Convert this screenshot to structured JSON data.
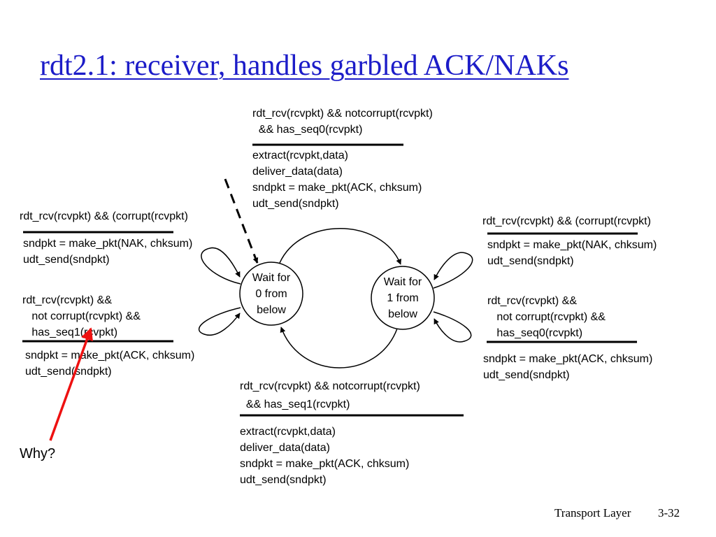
{
  "title": "rdt2.1: receiver, handles garbled ACK/NAKs",
  "states": {
    "s0": {
      "line1": "Wait for",
      "line2": "0 from",
      "line3": "below"
    },
    "s1": {
      "line1": "Wait for",
      "line2": "1 from",
      "line3": "below"
    }
  },
  "top": {
    "event": [
      "rdt_rcv(rcvpkt) && notcorrupt(rcvpkt)",
      "  && has_seq0(rcvpkt)"
    ],
    "action": [
      "extract(rcvpkt,data)",
      "deliver_data(data)",
      "sndpkt = make_pkt(ACK, chksum)",
      "udt_send(sndpkt)"
    ]
  },
  "bottom": {
    "event": [
      "rdt_rcv(rcvpkt) && notcorrupt(rcvpkt)",
      "  && has_seq1(rcvpkt)"
    ],
    "action": [
      "extract(rcvpkt,data)",
      "deliver_data(data)",
      "sndpkt = make_pkt(ACK, chksum)",
      "udt_send(sndpkt)"
    ]
  },
  "left_corrupt": {
    "event": [
      "rdt_rcv(rcvpkt) && (corrupt(rcvpkt)"
    ],
    "action": [
      "sndpkt = make_pkt(NAK, chksum)",
      "udt_send(sndpkt)"
    ]
  },
  "left_seq": {
    "event": [
      "rdt_rcv(rcvpkt) &&",
      "   not corrupt(rcvpkt) &&",
      "   has_seq1(rcvpkt)"
    ],
    "action": [
      "sndpkt = make_pkt(ACK, chksum)",
      "udt_send(sndpkt)"
    ]
  },
  "right_corrupt": {
    "event": [
      "rdt_rcv(rcvpkt) && (corrupt(rcvpkt)"
    ],
    "action": [
      "sndpkt = make_pkt(NAK, chksum)",
      "udt_send(sndpkt)"
    ]
  },
  "right_seq": {
    "event": [
      "rdt_rcv(rcvpkt) &&",
      "   not corrupt(rcvpkt) &&",
      "   has_seq0(rcvpkt)"
    ],
    "action": [
      "sndpkt = make_pkt(ACK, chksum)",
      "udt_send(sndpkt)"
    ]
  },
  "why": "Why?",
  "footer": {
    "left": "Transport Layer",
    "right": "3-32"
  },
  "colors": {
    "title": "#1c1cc8",
    "annotation_arrow": "#ee1111"
  }
}
